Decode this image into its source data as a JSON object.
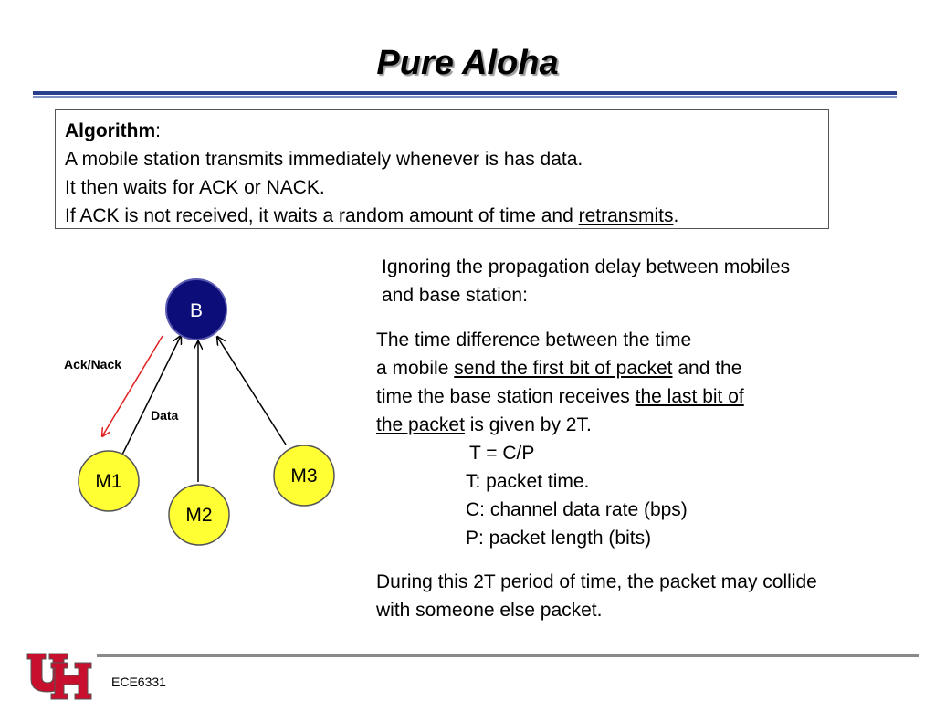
{
  "slide": {
    "title": "Pure Aloha",
    "footer": "ECE6331"
  },
  "algorithm": {
    "heading": "Algorithm",
    "heading_suffix": ":",
    "line1": "A mobile station transmits immediately whenever is has data.",
    "line2": "It then waits for ACK or NACK.",
    "line3_pre": "If ACK is not received, it waits a random amount of time and ",
    "line3_link": "retransmits",
    "line3_post": "."
  },
  "diagram": {
    "base_label": "B",
    "m1_label": "M1",
    "m2_label": "M2",
    "m3_label": "M3",
    "ack_label": "Ack/Nack",
    "data_label": "Data",
    "colors": {
      "base_fill": "#0d0d7a",
      "mobile_fill": "#ffff33",
      "ack_arrow": "#e02020"
    }
  },
  "explanation": {
    "intro_line1": "Ignoring the propagation delay between mobiles",
    "intro_line2": "and base station:",
    "p1_line1": "The time difference between the time",
    "p1_line2_pre": "a mobile ",
    "p1_line2_u": "send the first bit of packet",
    "p1_line2_post": " and the",
    "p1_line3_pre": "time the base station receives ",
    "p1_line3_u": "the last bit of",
    "p1_line4_u": "the packet",
    "p1_line4_post": " is given by 2T.",
    "formula": "T = C/P",
    "def_t": "T: packet time.",
    "def_c": "C: channel data rate (bps)",
    "def_p": "P: packet length (bits)",
    "p2_line1": "During this 2T period of time, the packet may collide",
    "p2_line2": "with someone else packet."
  }
}
